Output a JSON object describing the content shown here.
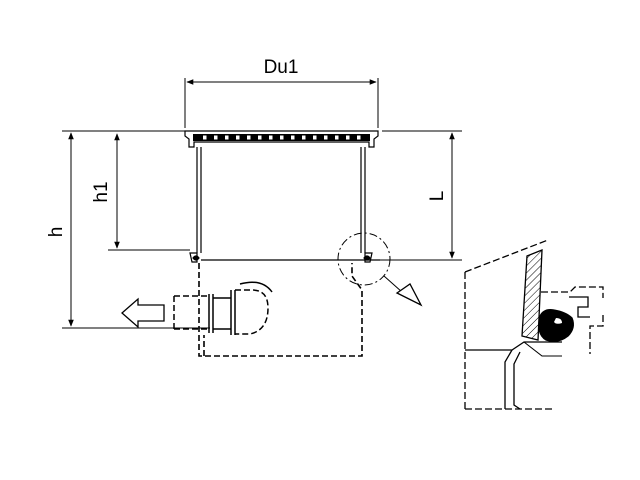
{
  "diagram": {
    "dimension_labels": {
      "width": "Du1",
      "total_height": "h",
      "inlet_height": "h1",
      "body_length": "L"
    },
    "colors": {
      "line": "#000000",
      "background": "#ffffff"
    }
  }
}
